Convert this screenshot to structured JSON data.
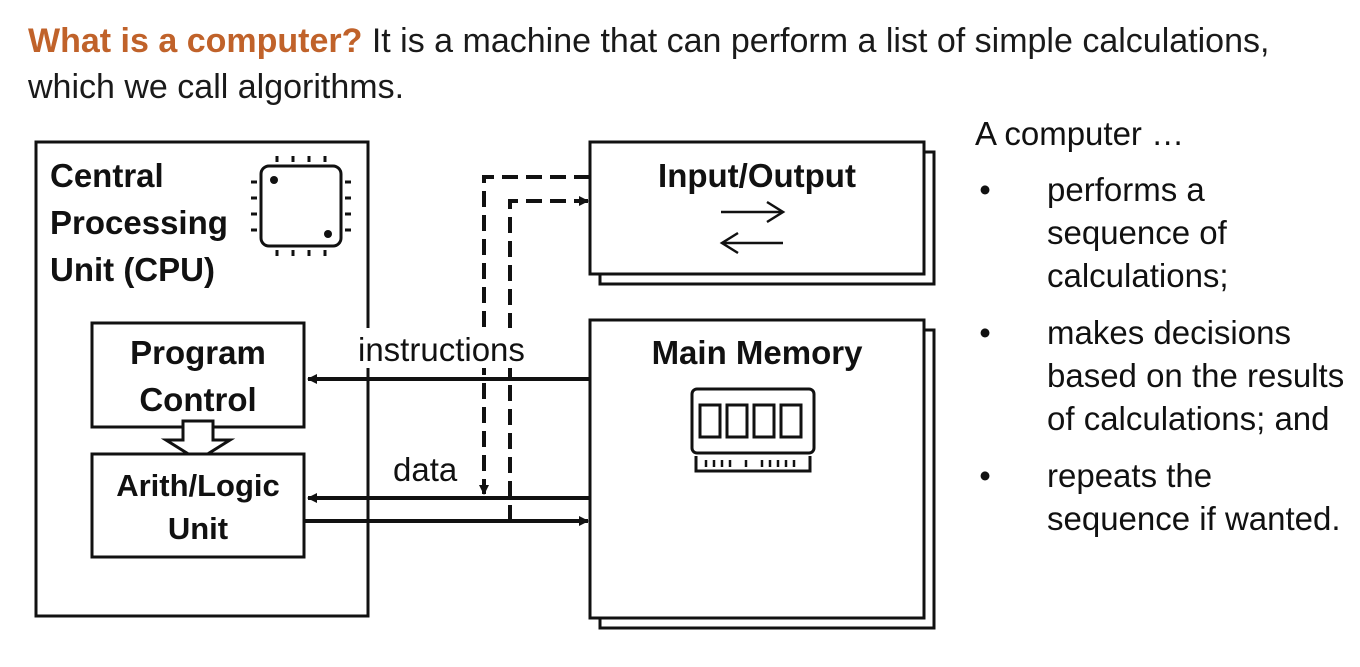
{
  "heading": {
    "question": "What is a computer?",
    "answer": " It is a machine that can perform a list of simple calculations, which we call algorithms."
  },
  "diagram": {
    "cpu": {
      "title_lines": [
        "Central",
        "Processing",
        "Unit (CPU)"
      ],
      "icon": "cpu-chip-icon"
    },
    "program_control": {
      "title_lines": [
        "Program",
        "Control"
      ]
    },
    "alu": {
      "title_lines": [
        "Arith/Logic",
        "Unit"
      ]
    },
    "io": {
      "title": "Input/Output",
      "icon": "two-way-arrows-icon"
    },
    "memory": {
      "title": "Main Memory",
      "icon": "ram-module-icon"
    },
    "labels": {
      "instructions": "instructions",
      "data": "data"
    }
  },
  "side": {
    "intro": "A computer …",
    "bullet_symbol": "•",
    "bullets": [
      "performs a sequence of calculations;",
      "makes decisions based on the results of calculations; and",
      "repeats the sequence if wanted."
    ]
  },
  "colors": {
    "accent": "#c0622a",
    "ink": "#111111"
  }
}
